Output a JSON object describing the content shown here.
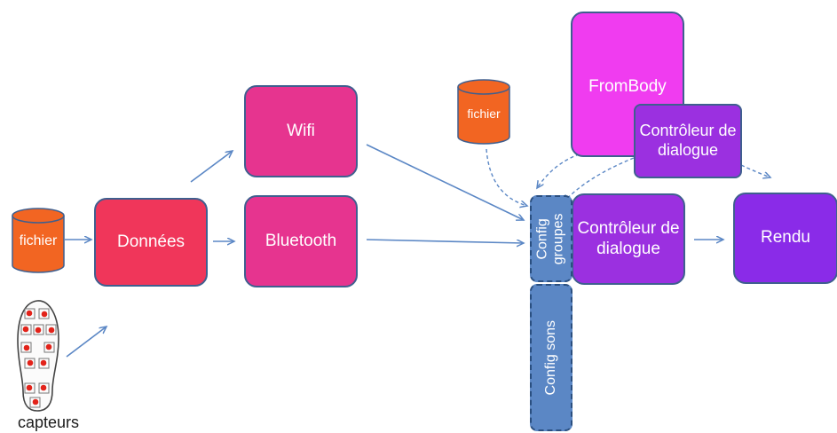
{
  "nodes": {
    "fichier_left": "fichier",
    "fichier_top": "fichier",
    "donnees": "Données",
    "wifi": "Wifi",
    "bluetooth": "Bluetooth",
    "frombody": "FromBody",
    "controleur_small": "Contrôleur de dialogue",
    "controleur_main": "Contrôleur de dialogue",
    "rendu": "Rendu",
    "config_groupes": "Config groupes",
    "config_sons": "Config sons",
    "capteurs": "capteurs"
  },
  "colors": {
    "fichier": "#f26522",
    "donnees": "#f0365a",
    "wifi": "#e6348f",
    "bluetooth": "#e6348f",
    "frombody": "#f03cf0",
    "controleur": "#9b30e0",
    "rendu": "#8a2be8",
    "config": "#5b87c5",
    "arrow": "#5b87c5"
  }
}
